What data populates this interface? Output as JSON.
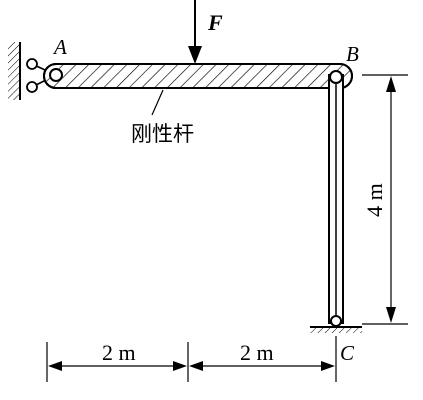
{
  "labels": {
    "point_a": "A",
    "point_b": "B",
    "point_c": "C",
    "force": "F",
    "rigid_bar": "刚性杆",
    "dim_left": "2 m",
    "dim_right": "2 m",
    "dim_height": "4 m"
  },
  "colors": {
    "ink": "#000000",
    "background": "#ffffff"
  }
}
